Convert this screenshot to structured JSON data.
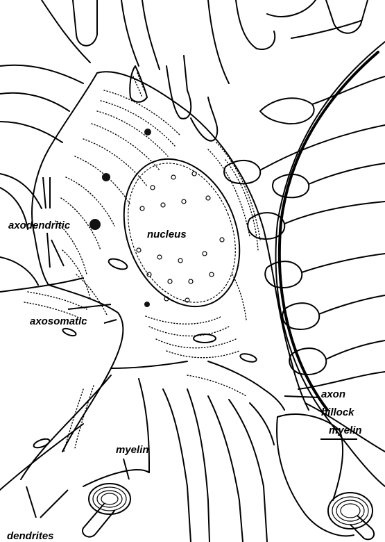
{
  "labels": {
    "axodendritic": "axodendritic",
    "nucleus": "nucleus",
    "axosomatic": "axosomatic",
    "axon_hillock_line1": "axon",
    "axon_hillock_line2": "hillock",
    "myelin_left": "myelin",
    "myelin_right": "myelin",
    "dendrites": "dendrites"
  }
}
